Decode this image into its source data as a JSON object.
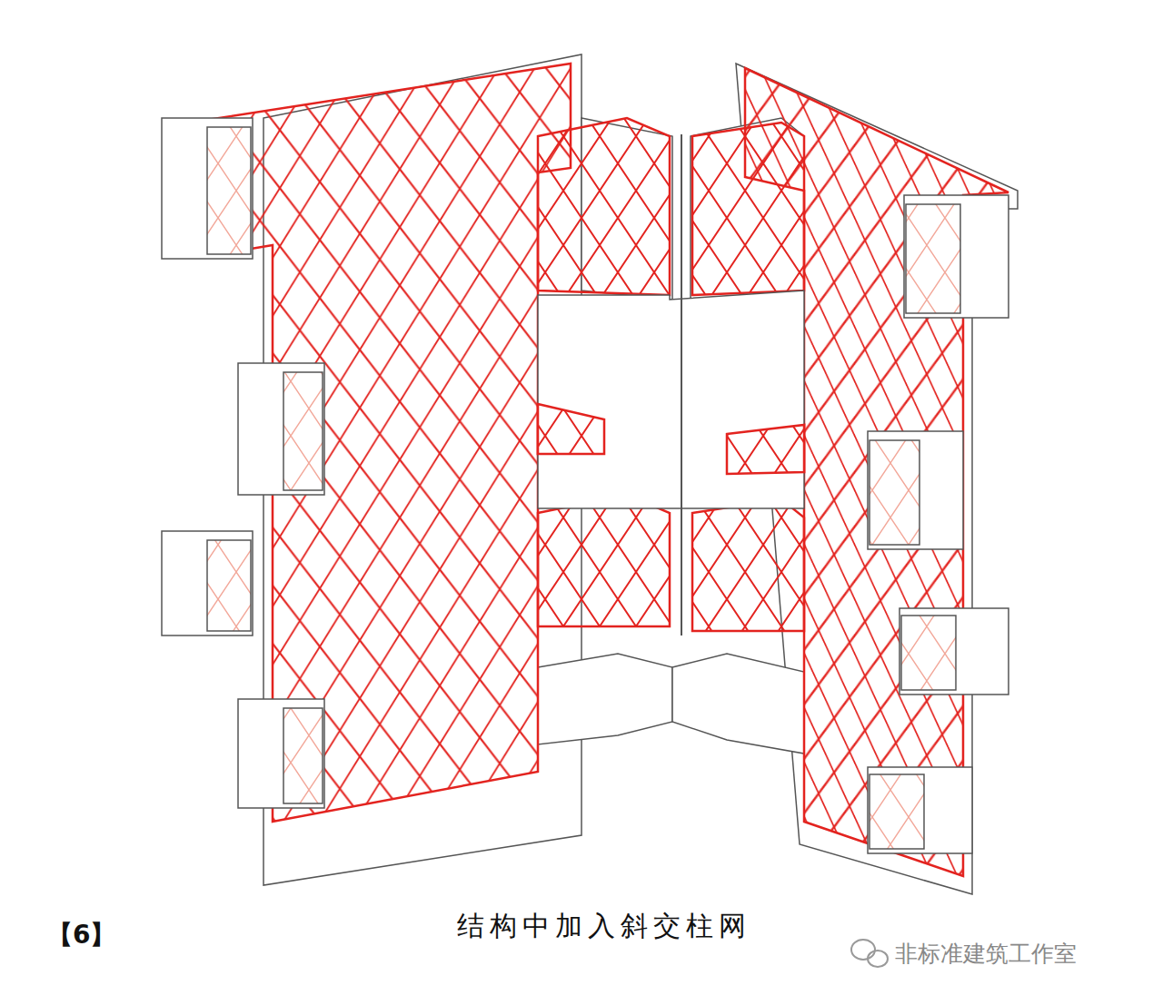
{
  "diagram": {
    "caption": "结构中加入斜交柱网",
    "labels": [
      "【6】",
      "非标准建筑工作室"
    ]
  }
}
